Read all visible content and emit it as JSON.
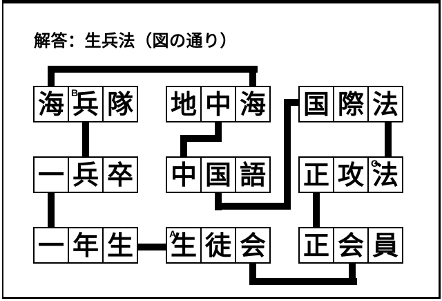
{
  "title": "解答：生兵法（図の通り）",
  "answer": "生兵法",
  "boxes": [
    {
      "word": "海兵隊",
      "cells": [
        {
          "char": "海"
        },
        {
          "char": "兵",
          "sup": "B"
        },
        {
          "char": "隊"
        }
      ]
    },
    {
      "word": "地中海",
      "cells": [
        {
          "char": "地"
        },
        {
          "char": "中"
        },
        {
          "char": "海"
        }
      ]
    },
    {
      "word": "国際法",
      "cells": [
        {
          "char": "国"
        },
        {
          "char": "際"
        },
        {
          "char": "法"
        }
      ]
    },
    {
      "word": "一兵卒",
      "cells": [
        {
          "char": "一"
        },
        {
          "char": "兵"
        },
        {
          "char": "卒"
        }
      ]
    },
    {
      "word": "中国語",
      "cells": [
        {
          "char": "中"
        },
        {
          "char": "国"
        },
        {
          "char": "語"
        }
      ]
    },
    {
      "word": "正攻法",
      "cells": [
        {
          "char": "正"
        },
        {
          "char": "攻"
        },
        {
          "char": "法",
          "sup": "C"
        }
      ]
    },
    {
      "word": "一年生",
      "cells": [
        {
          "char": "一"
        },
        {
          "char": "年"
        },
        {
          "char": "生"
        }
      ]
    },
    {
      "word": "生徒会",
      "cells": [
        {
          "char": "生",
          "sup": "A"
        },
        {
          "char": "徒"
        },
        {
          "char": "会"
        }
      ]
    },
    {
      "word": "正会員",
      "cells": [
        {
          "char": "正"
        },
        {
          "char": "会"
        },
        {
          "char": "員"
        }
      ]
    }
  ],
  "connections": [
    {
      "char": "海",
      "from": "海兵隊",
      "to": "地中海"
    },
    {
      "char": "兵",
      "from": "海兵隊",
      "to": "一兵卒"
    },
    {
      "char": "一",
      "from": "一兵卒",
      "to": "一年生"
    },
    {
      "char": "中",
      "from": "地中海",
      "to": "中国語"
    },
    {
      "char": "国",
      "from": "中国語",
      "to": "国際法"
    },
    {
      "char": "法",
      "from": "国際法",
      "to": "正攻法"
    },
    {
      "char": "正",
      "from": "正攻法",
      "to": "正会員"
    },
    {
      "char": "生",
      "from": "一年生",
      "to": "生徒会"
    },
    {
      "char": "会",
      "from": "生徒会",
      "to": "正会員"
    }
  ],
  "colors": {
    "ink": "#000000",
    "paper": "#ffffff"
  }
}
